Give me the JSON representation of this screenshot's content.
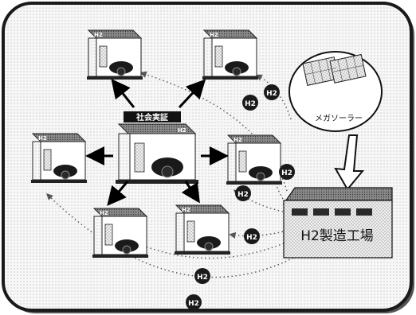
{
  "diagram": {
    "center_label": "社会実証",
    "station_badge": "H2",
    "solar_label": "メガソーラー",
    "factory_label": "H2製造工場",
    "h2_markers": [
      "H2",
      "H2",
      "H2",
      "H2",
      "H2",
      "H2",
      "H2"
    ]
  }
}
